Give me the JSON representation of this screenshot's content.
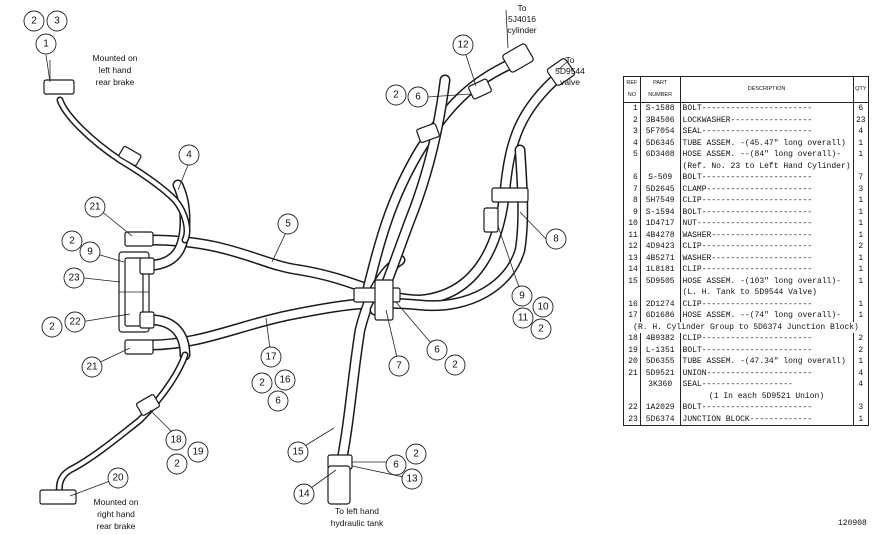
{
  "figure_id": "120908",
  "labels": {
    "mounted_left": [
      "Mounted on",
      "left hand",
      "rear brake"
    ],
    "mounted_right": [
      "Mounted on",
      "right hand",
      "rear brake"
    ],
    "to_cylinder": [
      "To",
      "5J4016",
      "cylinder"
    ],
    "to_valve": [
      "To",
      "5D9544",
      "valve"
    ],
    "to_tank": [
      "To left hand",
      "hydraulic tank"
    ]
  },
  "callouts": [
    "2",
    "3",
    "1",
    "12",
    "2",
    "6",
    "4",
    "21",
    "2",
    "9",
    "23",
    "2",
    "22",
    "21",
    "5",
    "8",
    "9",
    "10",
    "11",
    "2",
    "7",
    "6",
    "2",
    "17",
    "2",
    "16",
    "6",
    "18",
    "2",
    "19",
    "20",
    "15",
    "14",
    "2",
    "6",
    "13"
  ],
  "table": {
    "headers": {
      "ref": "Ref No",
      "part": "Part Number",
      "desc": "Description",
      "qty": "Qty"
    },
    "rows": [
      {
        "ref": "1",
        "pn": "S-1588",
        "desc": "BOLT-----------------------",
        "qty": "6"
      },
      {
        "ref": "2",
        "pn": "3B4506",
        "desc": "LOCKWASHER-----------------",
        "qty": "23"
      },
      {
        "ref": "3",
        "pn": "5F7054",
        "desc": "SEAL-----------------------",
        "qty": "4"
      },
      {
        "ref": "4",
        "pn": "5D6345",
        "desc": "TUBE ASSEM. -(45.47\" long overall)",
        "qty": "1"
      },
      {
        "ref": "5",
        "pn": "6D3408",
        "desc": "HOSE ASSEM. --(84\" long overall)-",
        "qty": "1"
      },
      {
        "ref": "",
        "pn": "",
        "desc": "(Ref. No. 23 to Left Hand Cylinder)",
        "qty": ""
      },
      {
        "ref": "6",
        "pn": "S-509",
        "desc": "BOLT-----------------------",
        "qty": "7"
      },
      {
        "ref": "7",
        "pn": "5D2645",
        "desc": "CLAMP----------------------",
        "qty": "3"
      },
      {
        "ref": "8",
        "pn": "5H7549",
        "desc": "CLIP-----------------------",
        "qty": "1"
      },
      {
        "ref": "9",
        "pn": "S-1594",
        "desc": "BOLT-----------------------",
        "qty": "1"
      },
      {
        "ref": "10",
        "pn": "1D4717",
        "desc": "NUT------------------------",
        "qty": "1"
      },
      {
        "ref": "11",
        "pn": "4B4278",
        "desc": "WASHER---------------------",
        "qty": "1"
      },
      {
        "ref": "12",
        "pn": "4D9423",
        "desc": "CLIP-----------------------",
        "qty": "2"
      },
      {
        "ref": "13",
        "pn": "4B5271",
        "desc": "WASHER---------------------",
        "qty": "1"
      },
      {
        "ref": "14",
        "pn": "1L8181",
        "desc": "CLIP-----------------------",
        "qty": "1"
      },
      {
        "ref": "15",
        "pn": "5D9505",
        "desc": "HOSE ASSEM. -(103\" long overall)-",
        "qty": "1"
      },
      {
        "ref": "",
        "pn": "",
        "desc": "(L. H. Tank to 5D9544 Valve)",
        "qty": ""
      },
      {
        "ref": "16",
        "pn": "2D1274",
        "desc": "CLIP-----------------------",
        "qty": "1"
      },
      {
        "ref": "17",
        "pn": "6D1686",
        "desc": "HOSE ASSEM. --(74\" long overall)-",
        "qty": "1"
      },
      {
        "ref": "",
        "pn": "",
        "desc": "(R. H. Cylinder Group to 5D6374 Junction Block)",
        "qty": "",
        "full": true
      },
      {
        "ref": "18",
        "pn": "4B9382",
        "desc": "CLIP-----------------------",
        "qty": "2"
      },
      {
        "ref": "19",
        "pn": "L-1351",
        "desc": "BOLT-----------------------",
        "qty": "2"
      },
      {
        "ref": "20",
        "pn": "5D6355",
        "desc": "TUBE ASSEM. -(47.34\" long overall)",
        "qty": "1"
      },
      {
        "ref": "21",
        "pn": "5D9521",
        "desc": "UNION----------------------",
        "qty": "4"
      },
      {
        "ref": "",
        "pn": "3K360",
        "desc": "   SEAL-------------------",
        "qty": "4"
      },
      {
        "ref": "",
        "pn": "",
        "desc": "(1 In each 5D9521 Union)",
        "qty": "",
        "center": true
      },
      {
        "ref": "22",
        "pn": "1A2029",
        "desc": "BOLT-----------------------",
        "qty": "3"
      },
      {
        "ref": "23",
        "pn": "5D6374",
        "desc": "JUNCTION BLOCK-------------",
        "qty": "1"
      }
    ]
  }
}
